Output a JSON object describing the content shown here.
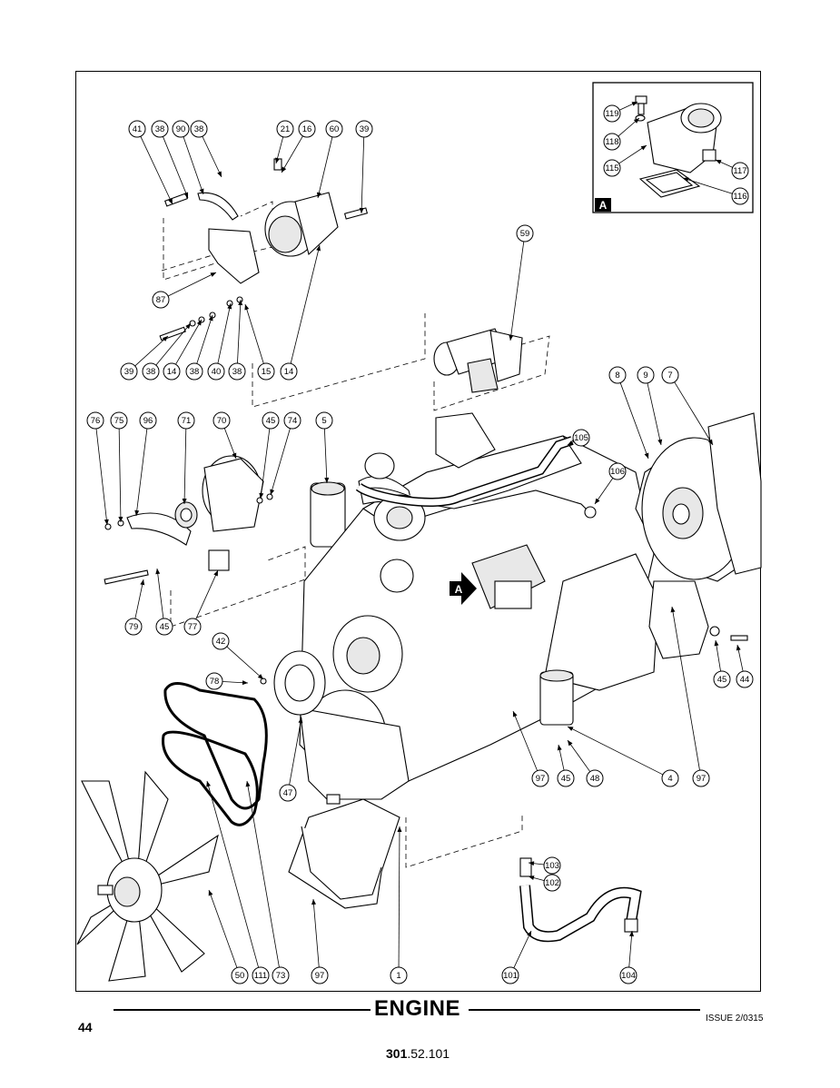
{
  "page": {
    "title": "ENGINE",
    "number": "44",
    "issue": "ISSUE 2/0315",
    "code_bold": "301",
    "code_rest": ".52.101"
  },
  "inset_label": "A",
  "view_marker": "A",
  "callouts": [
    {
      "id": "41",
      "label": "41"
    },
    {
      "id": "38a",
      "label": "38"
    },
    {
      "id": "90",
      "label": "90"
    },
    {
      "id": "38b",
      "label": "38"
    },
    {
      "id": "21",
      "label": "21"
    },
    {
      "id": "16",
      "label": "16"
    },
    {
      "id": "60",
      "label": "60"
    },
    {
      "id": "39a",
      "label": "39"
    },
    {
      "id": "87",
      "label": "87"
    },
    {
      "id": "39b",
      "label": "39"
    },
    {
      "id": "38c",
      "label": "38"
    },
    {
      "id": "14a",
      "label": "14"
    },
    {
      "id": "38d",
      "label": "38"
    },
    {
      "id": "40",
      "label": "40"
    },
    {
      "id": "38e",
      "label": "38"
    },
    {
      "id": "15",
      "label": "15"
    },
    {
      "id": "14b",
      "label": "14"
    },
    {
      "id": "119",
      "label": "119"
    },
    {
      "id": "118",
      "label": "118"
    },
    {
      "id": "115",
      "label": "115"
    },
    {
      "id": "117",
      "label": "117"
    },
    {
      "id": "116",
      "label": "116"
    },
    {
      "id": "59",
      "label": "59"
    },
    {
      "id": "8",
      "label": "8"
    },
    {
      "id": "9",
      "label": "9"
    },
    {
      "id": "7",
      "label": "7"
    },
    {
      "id": "76",
      "label": "76"
    },
    {
      "id": "75",
      "label": "75"
    },
    {
      "id": "96",
      "label": "96"
    },
    {
      "id": "71",
      "label": "71"
    },
    {
      "id": "70",
      "label": "70"
    },
    {
      "id": "45a",
      "label": "45"
    },
    {
      "id": "74",
      "label": "74"
    },
    {
      "id": "5",
      "label": "5"
    },
    {
      "id": "105",
      "label": "105"
    },
    {
      "id": "106",
      "label": "106"
    },
    {
      "id": "79",
      "label": "79"
    },
    {
      "id": "45b",
      "label": "45"
    },
    {
      "id": "77",
      "label": "77"
    },
    {
      "id": "42",
      "label": "42"
    },
    {
      "id": "78",
      "label": "78"
    },
    {
      "id": "45c",
      "label": "45"
    },
    {
      "id": "44",
      "label": "44"
    },
    {
      "id": "97a",
      "label": "97"
    },
    {
      "id": "45d",
      "label": "45"
    },
    {
      "id": "48",
      "label": "48"
    },
    {
      "id": "4",
      "label": "4"
    },
    {
      "id": "97b",
      "label": "97"
    },
    {
      "id": "47",
      "label": "47"
    },
    {
      "id": "103",
      "label": "103"
    },
    {
      "id": "102",
      "label": "102"
    },
    {
      "id": "50",
      "label": "50"
    },
    {
      "id": "111",
      "label": "111"
    },
    {
      "id": "73",
      "label": "73"
    },
    {
      "id": "97c",
      "label": "97"
    },
    {
      "id": "1",
      "label": "1"
    },
    {
      "id": "101",
      "label": "101"
    },
    {
      "id": "104",
      "label": "104"
    }
  ]
}
